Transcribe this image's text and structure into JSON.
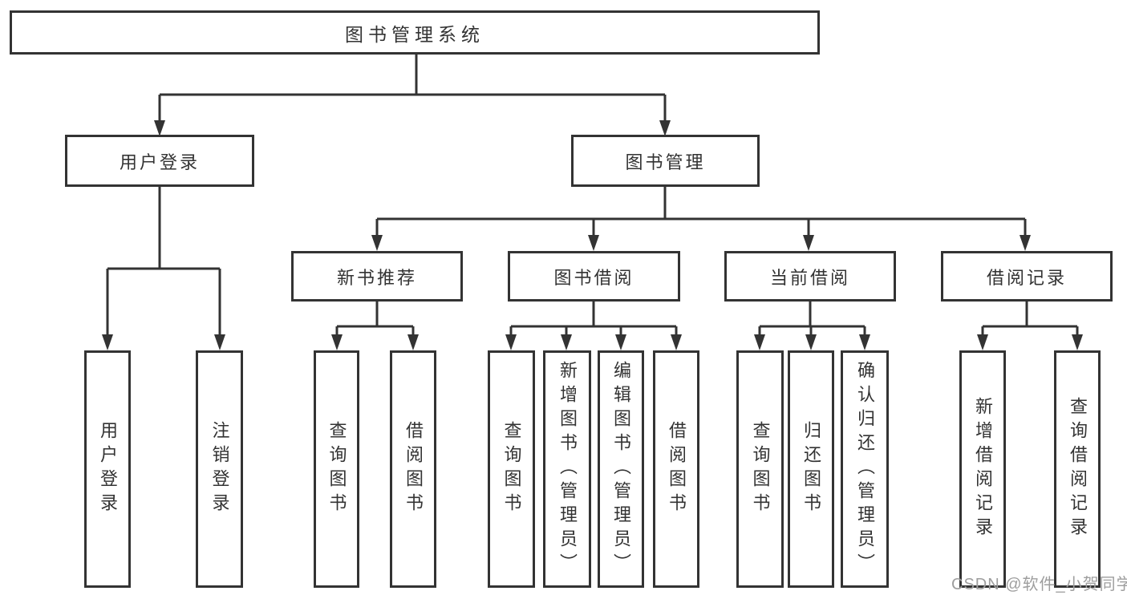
{
  "diagram": {
    "title": "图书管理系统",
    "root": {
      "label": "图书管理系统"
    },
    "branches": [
      {
        "label": "用户登录",
        "children": [
          {
            "label": "用户登录"
          },
          {
            "label": "注销登录"
          }
        ]
      },
      {
        "label": "图书管理",
        "children": [
          {
            "label": "新书推荐",
            "children": [
              {
                "label": "查询图书"
              },
              {
                "label": "借阅图书"
              }
            ]
          },
          {
            "label": "图书借阅",
            "children": [
              {
                "label": "查询图书"
              },
              {
                "label": "新增图书（管理员）"
              },
              {
                "label": "编辑图书（管理员）"
              },
              {
                "label": "借阅图书"
              }
            ]
          },
          {
            "label": "当前借阅",
            "children": [
              {
                "label": "查询图书"
              },
              {
                "label": "归还图书"
              },
              {
                "label": "确认归还（管理员）"
              }
            ]
          },
          {
            "label": "借阅记录",
            "children": [
              {
                "label": "新增借阅记录"
              },
              {
                "label": "查询借阅记录"
              }
            ]
          }
        ]
      }
    ]
  },
  "watermark": {
    "text": "CSDN @软件_小贺同学"
  },
  "colors": {
    "line": "#333333",
    "box_background": "#ffffff",
    "text": "#333333",
    "watermark": "#9e9e9e"
  }
}
